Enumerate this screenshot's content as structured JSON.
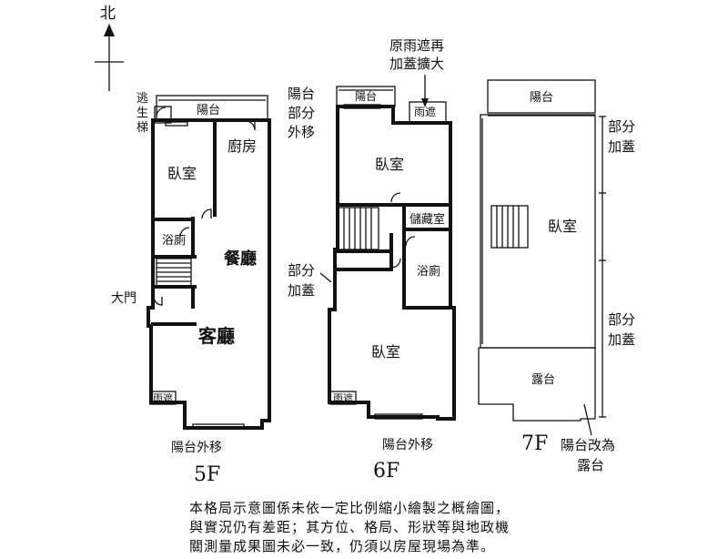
{
  "compass": {
    "north": "北"
  },
  "floor5": {
    "name": "5F",
    "escape": [
      "逃",
      "生",
      "梯"
    ],
    "balcony": "陽台",
    "kitchen": "廚房",
    "bedroom": "臥室",
    "bathroom": "浴廁",
    "dining": "餐廳",
    "door": "大門",
    "living": "客廳",
    "raincover": "雨遮",
    "balcony_move": "陽台外移"
  },
  "floor6": {
    "name": "6F",
    "note_rain": [
      "原雨遮再",
      "加蓋擴大"
    ],
    "balcony_out": [
      "陽台",
      "部分",
      "外移"
    ],
    "balcony": "陽台",
    "raincover": "雨遮",
    "bedroom_top": "臥室",
    "storage": "儲藏室",
    "bathroom": "浴廁",
    "partial_add": [
      "部分",
      "加蓋"
    ],
    "bedroom_bottom": "臥室",
    "raincover_bottom": "雨遮",
    "balcony_move": "陽台外移"
  },
  "floor7": {
    "name": "7F",
    "balcony": "陽台",
    "partial_add_top": [
      "部分",
      "加蓋"
    ],
    "bedroom": "臥室",
    "partial_add_bottom": [
      "部分",
      "加蓋"
    ],
    "terrace": "露台",
    "terrace_change": [
      "陽台改為",
      "露台"
    ]
  },
  "disclaimer": [
    "本格局示意圖係未依一定比例縮小繪製之概繪圖，",
    "與實況仍有差距；其方位、格局、形狀等與地政機",
    "關測量成果圖未必一致，仍須以房屋現場為準。"
  ]
}
